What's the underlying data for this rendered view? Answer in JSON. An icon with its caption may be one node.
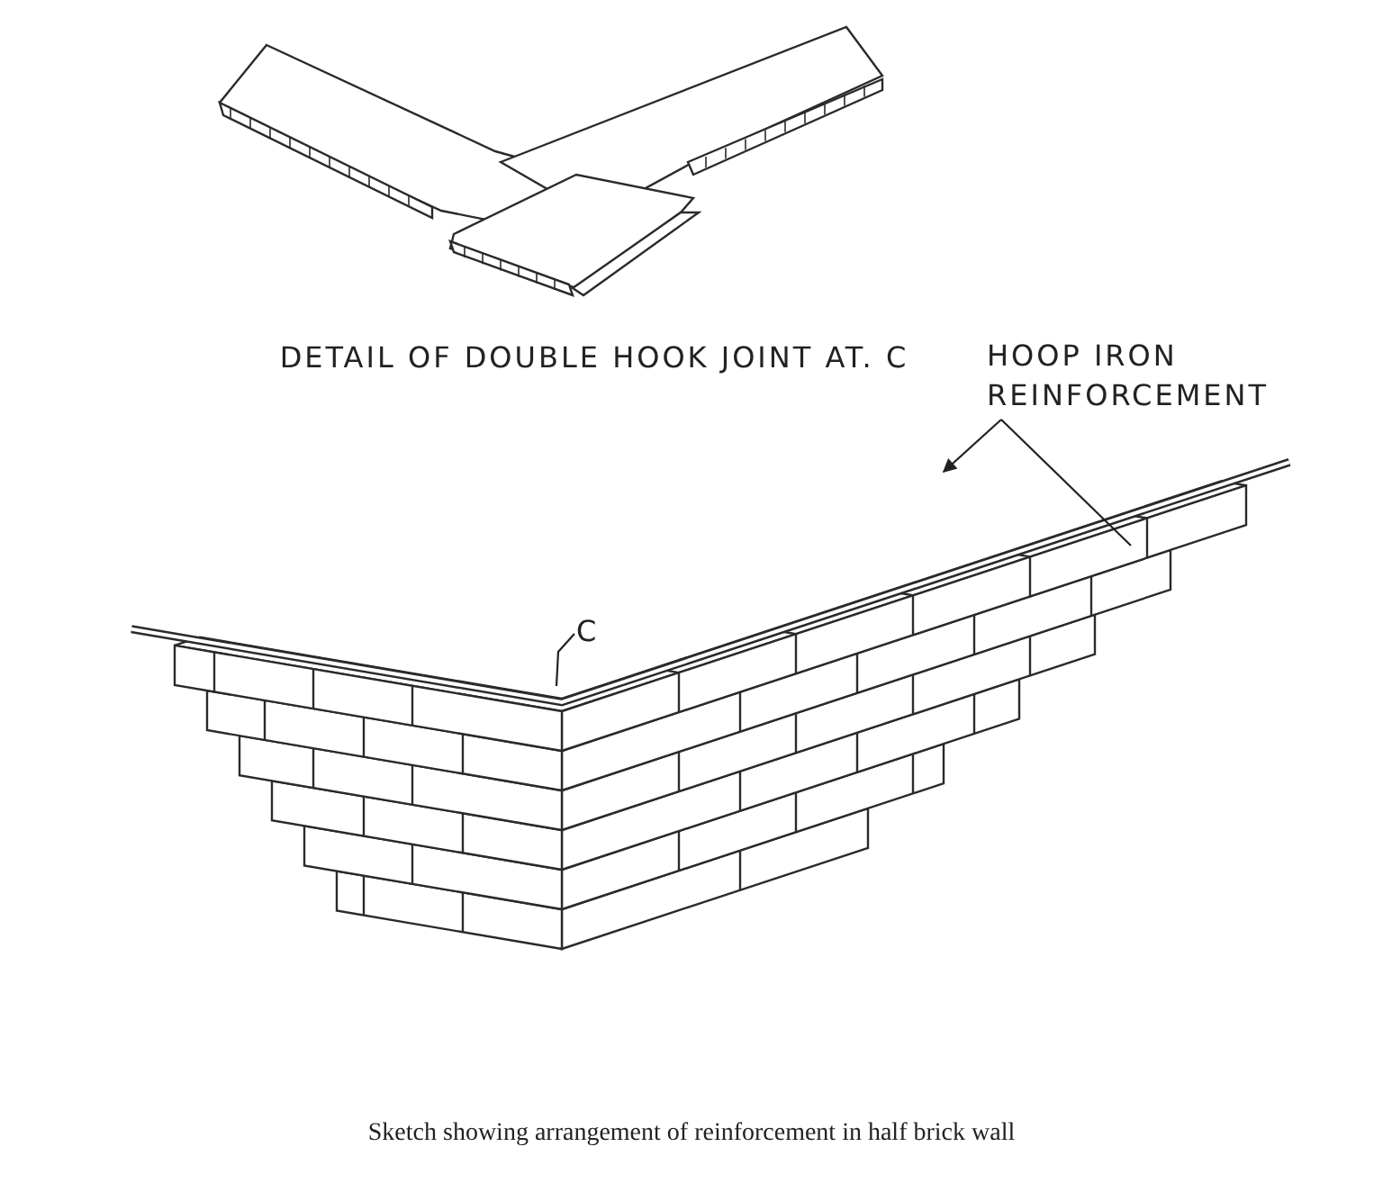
{
  "diagram": {
    "caption": "Sketch showing arrangement of reinforcement in half brick wall",
    "nodes": [
      {
        "text": [
          "HOOP IRON REINFORCEMENT"
        ]
      },
      {
        "text": [
          "C"
        ]
      }
    ],
    "edges": [
      {
        "from": 0,
        "to": null,
        "arrow": "to"
      },
      {
        "from": 0,
        "to": null,
        "arrow": "none"
      },
      {
        "from": 1,
        "to": null,
        "arrow": "none"
      }
    ],
    "labels": [
      "DETAIL OF DOUBLE HOOK JOINT AT. C"
    ]
  }
}
